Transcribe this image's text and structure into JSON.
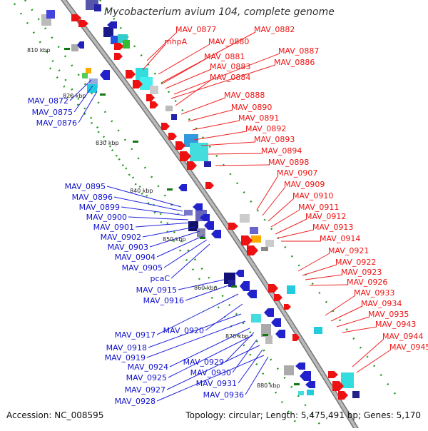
{
  "title": "Mycobacterium avium 104, complete genome",
  "footer": {
    "accession": "Accession: NC_008595",
    "info": "Topology: circular; Length: 5,475,491 bp; Genes: 5,170"
  },
  "colors": {
    "forward": "#ee1111",
    "reverse": "#1111cc",
    "axis": "#999999",
    "ticks": "#229922"
  },
  "kbp_ticks": [
    "810 kbp",
    "820 kbp",
    "830 kbp",
    "840 kbp",
    "850 kbp",
    "860 kbp",
    "870 kbp",
    "880 kbp"
  ],
  "right_labels": [
    "MAV_0877",
    "mhpA",
    "MAV_0880",
    "MAV_0882",
    "MAV_0881",
    "MAV_0883",
    "MAV_0887",
    "MAV_0886",
    "MAV_0884",
    "MAV_0888",
    "MAV_0890",
    "MAV_0891",
    "MAV_0892",
    "MAV_0893",
    "MAV_0894",
    "MAV_0898",
    "MAV_0907",
    "MAV_0909",
    "MAV_0910",
    "MAV_0911",
    "MAV_0912",
    "MAV_0913",
    "MAV_0914",
    "MAV_0921",
    "MAV_0922",
    "MAV_0923",
    "MAV_0926",
    "MAV_0933",
    "MAV_0934",
    "MAV_0935",
    "MAV_0943",
    "MAV_0944",
    "MAV_0945"
  ],
  "left_labels": [
    "MAV_0872",
    "MAV_0875",
    "MAV_0876",
    "MAV_0895",
    "MAV_0896",
    "MAV_0899",
    "MAV_0900",
    "MAV_0901",
    "MAV_0902",
    "MAV_0903",
    "MAV_0904",
    "MAV_0905",
    "pcaC",
    "MAV_0915",
    "MAV_0916",
    "MAV_0917",
    "MAV_0920",
    "MAV_0918",
    "MAV_0919",
    "MAV_0924",
    "MAV_0929",
    "MAV_0925",
    "MAV_0930",
    "MAV_0927",
    "MAV_0931",
    "MAV_0928",
    "MAV_0936"
  ]
}
